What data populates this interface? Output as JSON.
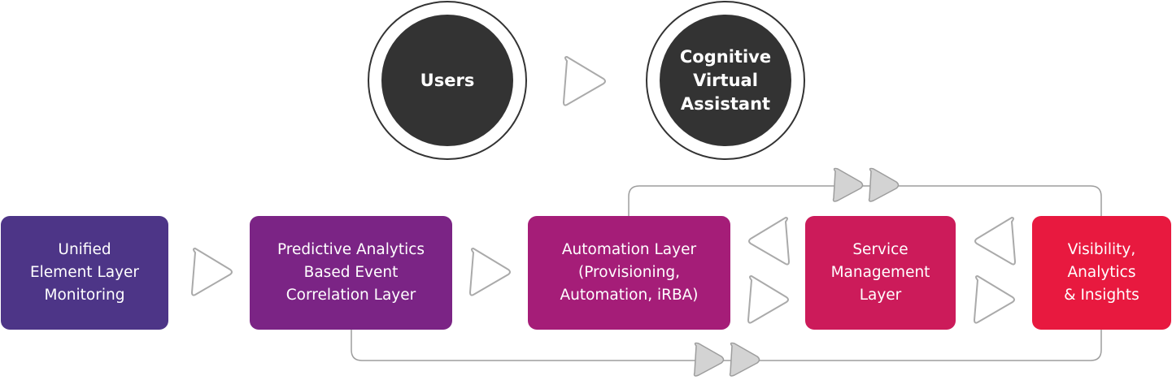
{
  "circles": {
    "users": {
      "label": "Users"
    },
    "assistant": {
      "label": "Cognitive\nVirtual\nAssistant"
    }
  },
  "layers": [
    {
      "label": "Unified\nElement Layer\nMonitoring",
      "color": "#4d3587"
    },
    {
      "label": "Predictive Analytics\nBased Event\nCorrelation Layer",
      "color": "#7b2485"
    },
    {
      "label": "Automation Layer\n(Provisioning,\nAutomation, iRBA)",
      "color": "#a51d78"
    },
    {
      "label": "Service\nManagement\nLayer",
      "color": "#cc1b5a"
    },
    {
      "label": "Visibility,\nAnalytics\n& Insights",
      "color": "#e8193f"
    }
  ],
  "colors": {
    "circle_fill": "#333333",
    "outline_arrow": "#aaaaaa",
    "connector_line": "#9d9d9d",
    "filled_arrow": "#d3d3d3"
  }
}
